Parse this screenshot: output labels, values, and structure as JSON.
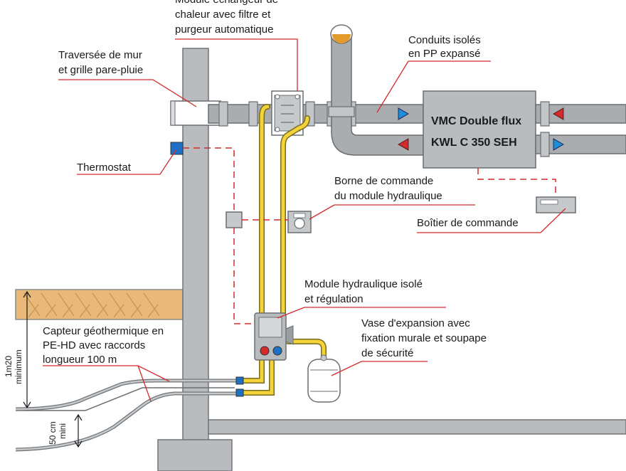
{
  "labels": {
    "exchanger": [
      "Module échangeur de",
      "chaleur avec filtre et",
      "purgeur automatique"
    ],
    "wall_crossing": [
      "Traversée de mur",
      "et grille pare-pluie"
    ],
    "ducts": [
      "Conduits isolés",
      "en PP expansé"
    ],
    "vmc_title": [
      "VMC Double flux",
      "KWL C 350 SEH"
    ],
    "thermostat": "Thermostat",
    "hydraulic_terminal": [
      "Borne de commande",
      "du module hydraulique"
    ],
    "control_box": "Boîtier de commande",
    "hydraulic_module": [
      "Module hydraulique isolé",
      "et régulation"
    ],
    "expansion_vessel": [
      "Vase d'expansion avec",
      "fixation murale et soupape",
      "de sécurité"
    ],
    "geothermal_collector": [
      "Capteur géothermique en",
      "PE-HD avec raccords",
      "longueur 100 m"
    ],
    "depth_min": [
      "1m20",
      "minimum"
    ],
    "depth_gap": [
      "50 cm",
      "mini"
    ]
  },
  "colors": {
    "wall": "#b8bcbf",
    "duct": "#a9adb0",
    "pipe": "#f2d43a",
    "leader": "#d42a2a",
    "soil": "#e9b97a",
    "blue_arrow": "#1e8fd6",
    "red_arrow": "#d42a2a"
  }
}
